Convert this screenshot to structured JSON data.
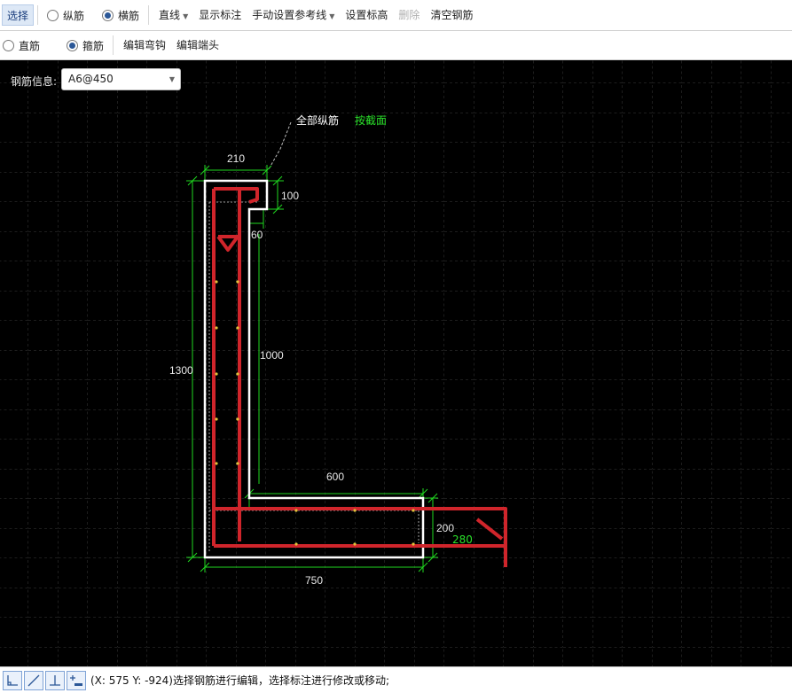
{
  "toolbar1": {
    "select": "选择",
    "longitudinal": "纵筋",
    "transverse": "横筋",
    "line": "直线",
    "show_dims": "显示标注",
    "manual_ref": "手动设置参考线",
    "set_elev": "设置标高",
    "delete": "删除",
    "clear": "清空钢筋"
  },
  "toolbar2": {
    "straight": "直筋",
    "stirrup": "箍筋",
    "edit_hook": "编辑弯钩",
    "edit_end": "编辑端头"
  },
  "rebar_info": {
    "label": "钢筋信息:",
    "value": "A6@450"
  },
  "drawing": {
    "callout_all": "全部纵筋",
    "callout_section": "按截面",
    "dim_210": "210",
    "dim_100": "100",
    "dim_60": "60",
    "dim_1000": "1000",
    "dim_1300": "1300",
    "dim_600": "600",
    "dim_200": "200",
    "dim_280": "280",
    "dim_750": "750"
  },
  "colors": {
    "rebar": "#d0252b",
    "dimension": "#1fd81f",
    "outline": "#ffffff",
    "grid": "#3a3a3a"
  },
  "statusbar": {
    "icons": [
      "corner-snap-icon",
      "diagonal-line-icon",
      "perpendicular-icon",
      "add-dimension-icon"
    ],
    "text": "(X: 575 Y: -924)选择钢筋进行编辑，选择标注进行修改或移动;"
  }
}
